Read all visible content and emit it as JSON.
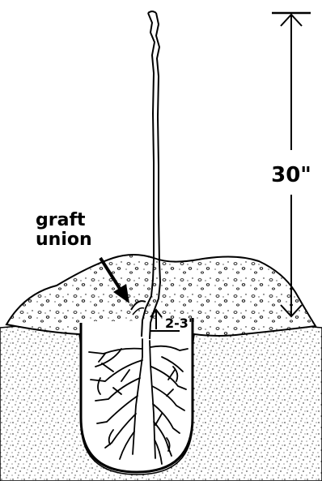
{
  "labels": {
    "height": "30\"",
    "graft_line1": "graft",
    "graft_line2": "union",
    "depth": "2-3\""
  },
  "colors": {
    "ink": "#000000",
    "paper": "#ffffff"
  }
}
